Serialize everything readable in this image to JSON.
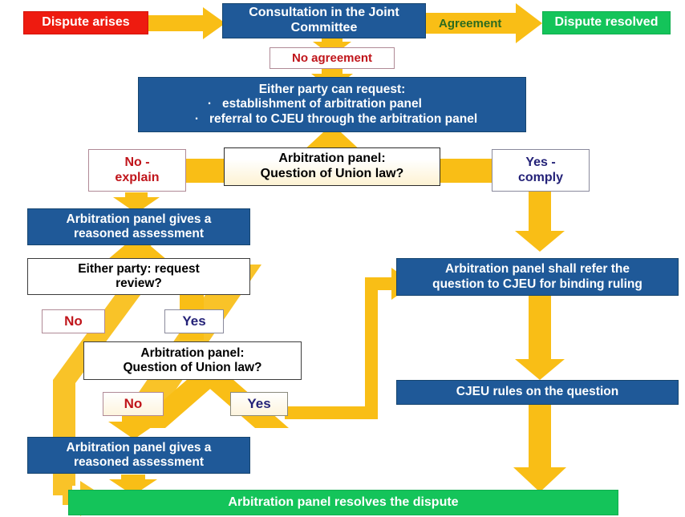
{
  "diagram": {
    "title": "Dispute settlement flowchart",
    "colors": {
      "arrow_yellow": "#F9BE16",
      "process_blue": "#1F5998",
      "start_red": "#EE1B10",
      "end_green": "#14C45A",
      "no_red_text": "#C0151B",
      "yes_navy_text": "#242278",
      "agreement_green_text": "#2C6B1F"
    }
  },
  "nodes": {
    "dispute_arises": "Dispute arises",
    "consultation_line1": "Consultation in the Joint",
    "consultation_line2": "Committee",
    "dispute_resolved": "Dispute resolved",
    "no_agreement": "No agreement",
    "either_party_title": "Either party can request:",
    "either_party_item1": "establishment of arbitration panel",
    "either_party_item2": "referral to CJEU through the arbitration panel",
    "bullet_glyph": "·",
    "arb_question_1_line1": "Arbitration panel:",
    "arb_question_1_line2": "Question of Union law?",
    "no_explain_line1": "No -",
    "no_explain_line2": "explain",
    "yes_comply_line1": "Yes -",
    "yes_comply_line2": "comply",
    "reasoned_assessment_1_line1": "Arbitration panel gives a",
    "reasoned_assessment_1_line2": "reasoned assessment",
    "either_party_review_line1": "Either party: request",
    "either_party_review_line2": "review?",
    "review_no": "No",
    "review_yes": "Yes",
    "arb_question_2_line1": "Arbitration panel:",
    "arb_question_2_line2": "Question of Union law?",
    "q2_no": "No",
    "q2_yes": "Yes",
    "reasoned_assessment_2_line1": "Arbitration panel gives a",
    "reasoned_assessment_2_line2": "reasoned assessment",
    "refer_cjeu_line1": "Arbitration panel shall refer the",
    "refer_cjeu_line2": "question to CJEU for binding ruling",
    "cjeu_rules": "CJEU rules on the question",
    "panel_resolves": "Arbitration panel resolves the dispute"
  },
  "edge_labels": {
    "agreement": "Agreement"
  }
}
